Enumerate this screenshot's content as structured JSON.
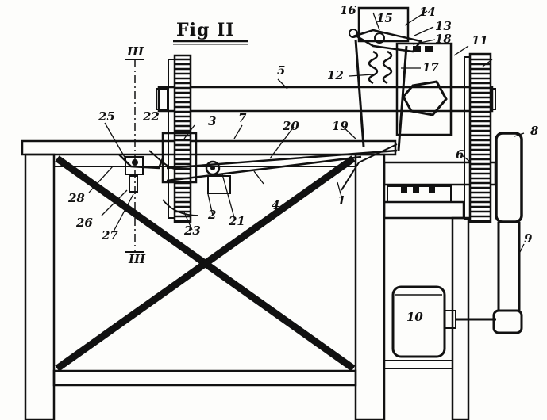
{
  "figure": {
    "title": "Fig II",
    "section_mark": "III",
    "callouts": [
      "1",
      "2",
      "3",
      "4",
      "5",
      "6",
      "7",
      "8",
      "9",
      "10",
      "11",
      "12",
      "13",
      "14",
      "15",
      "16",
      "17",
      "18",
      "19",
      "20",
      "21",
      "22",
      "23",
      "25",
      "26",
      "27",
      "28"
    ]
  }
}
